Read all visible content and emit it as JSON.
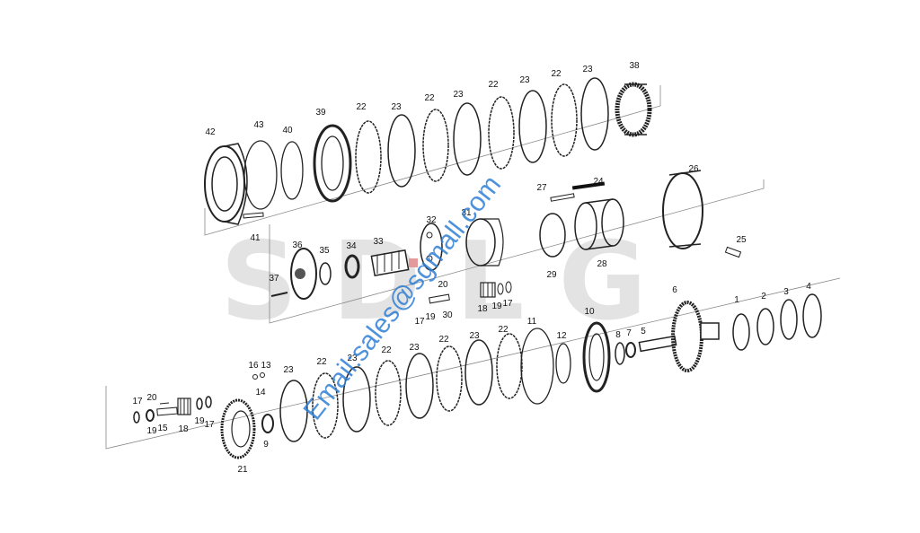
{
  "watermark": {
    "brand_letters": "SDLG",
    "email": "Email:sales@sgmall.com",
    "brand_color": "#e3e3e3",
    "brand_accent_color": "#e39a9a",
    "email_color": "#2f7fd4"
  },
  "diagram": {
    "groups": [
      {
        "name": "upper-clutch-pack",
        "parts": [
          "42",
          "43",
          "40",
          "39",
          "22",
          "23",
          "22",
          "23",
          "22",
          "23",
          "22",
          "23",
          "38"
        ]
      },
      {
        "name": "middle-planetary-group",
        "parts": [
          "41",
          "37",
          "36",
          "35",
          "34",
          "33",
          "32",
          "31",
          "20",
          "17",
          "19",
          "30",
          "18",
          "19",
          "17",
          "27",
          "24",
          "29",
          "28",
          "26",
          "25"
        ]
      },
      {
        "name": "lower-clutch-pack",
        "parts": [
          "17",
          "19",
          "20",
          "15",
          "18",
          "19",
          "17",
          "16",
          "13",
          "14",
          "21",
          "9",
          "23",
          "22",
          "23",
          "22",
          "23",
          "22",
          "23",
          "22",
          "11",
          "12",
          "10",
          "8",
          "7",
          "5",
          "6",
          "1",
          "2",
          "3",
          "4"
        ]
      }
    ]
  }
}
